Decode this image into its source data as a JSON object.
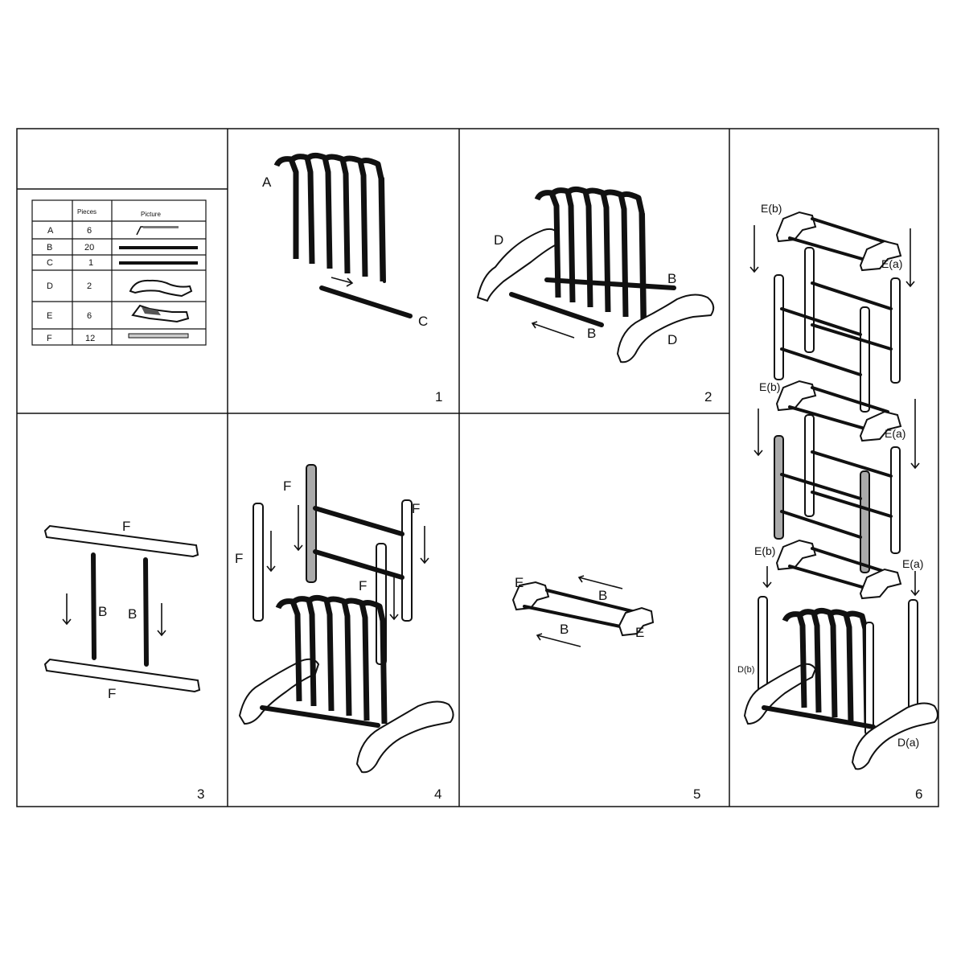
{
  "parts_table": {
    "header_pieces": "Pieces",
    "header_picture": "Picture",
    "rows": [
      {
        "part": "A",
        "pieces": "6",
        "picture_icon": "hanger-icon"
      },
      {
        "part": "B",
        "pieces": "20",
        "picture_icon": "rod-icon"
      },
      {
        "part": "C",
        "pieces": "1",
        "picture_icon": "rod-icon"
      },
      {
        "part": "D",
        "pieces": "2",
        "picture_icon": "base-foot-icon"
      },
      {
        "part": "E",
        "pieces": "6",
        "picture_icon": "bracket-icon"
      },
      {
        "part": "F",
        "pieces": "12",
        "picture_icon": "post-icon"
      }
    ]
  },
  "steps": [
    {
      "number": "1",
      "labels": [
        "A",
        "C"
      ]
    },
    {
      "number": "2",
      "labels": [
        "D",
        "B",
        "B",
        "D"
      ]
    },
    {
      "number": "3",
      "labels": [
        "F",
        "B",
        "B",
        "F"
      ]
    },
    {
      "number": "4",
      "labels": [
        "F",
        "F",
        "F",
        "F"
      ]
    },
    {
      "number": "5",
      "labels": [
        "E",
        "B",
        "B",
        "E"
      ]
    },
    {
      "number": "6",
      "labels": [
        "E(b)",
        "E(a)",
        "E(b)",
        "E(a)",
        "E(b)",
        "E(a)",
        "D(b)",
        "D(a)"
      ]
    }
  ],
  "colors": {
    "ink": "#111111",
    "paper": "#ffffff",
    "shade": "#aaaaaa"
  }
}
